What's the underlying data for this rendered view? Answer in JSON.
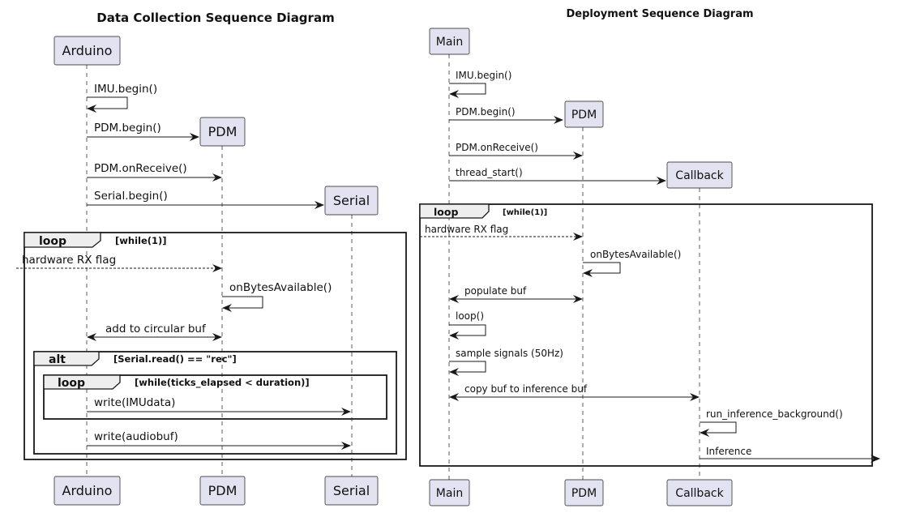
{
  "left": {
    "title": "Data Collection Sequence Diagram",
    "participants": {
      "arduino": "Arduino",
      "pdm": "PDM",
      "serial": "Serial"
    },
    "messages": {
      "imu_begin": "IMU.begin()",
      "pdm_begin": "PDM.begin()",
      "pdm_onreceive": "PDM.onReceive()",
      "serial_begin": "Serial.begin()",
      "hw_rx_flag": "hardware RX flag",
      "on_bytes_available": "onBytesAvailable()",
      "add_circular": "add to circular buf",
      "write_imu": "write(IMUdata)",
      "write_audio": "write(audiobuf)"
    },
    "frames": {
      "outer_loop": {
        "keyword": "loop",
        "condition": "[while(1)]"
      },
      "alt": {
        "keyword": "alt",
        "condition": "[Serial.read() == \"rec\"]"
      },
      "inner_loop": {
        "keyword": "loop",
        "condition": "[while(ticks_elapsed < duration)]"
      }
    }
  },
  "right": {
    "title": "Deployment Sequence Diagram",
    "participants": {
      "main": "Main",
      "pdm": "PDM",
      "callback": "Callback"
    },
    "messages": {
      "imu_begin": "IMU.begin()",
      "pdm_begin": "PDM.begin()",
      "pdm_onreceive": "PDM.onReceive()",
      "thread_start": "thread_start()",
      "hw_rx_flag": "hardware RX flag",
      "on_bytes_available": "onBytesAvailable()",
      "populate_buf": "populate buf",
      "loop_call": "loop()",
      "sample_signals": "sample signals (50Hz)",
      "copy_buf": "copy buf to inference buf",
      "run_inference": "run_inference_background()",
      "inference": "Inference"
    },
    "frames": {
      "loop": {
        "keyword": "loop",
        "condition": "[while(1)]"
      }
    }
  }
}
